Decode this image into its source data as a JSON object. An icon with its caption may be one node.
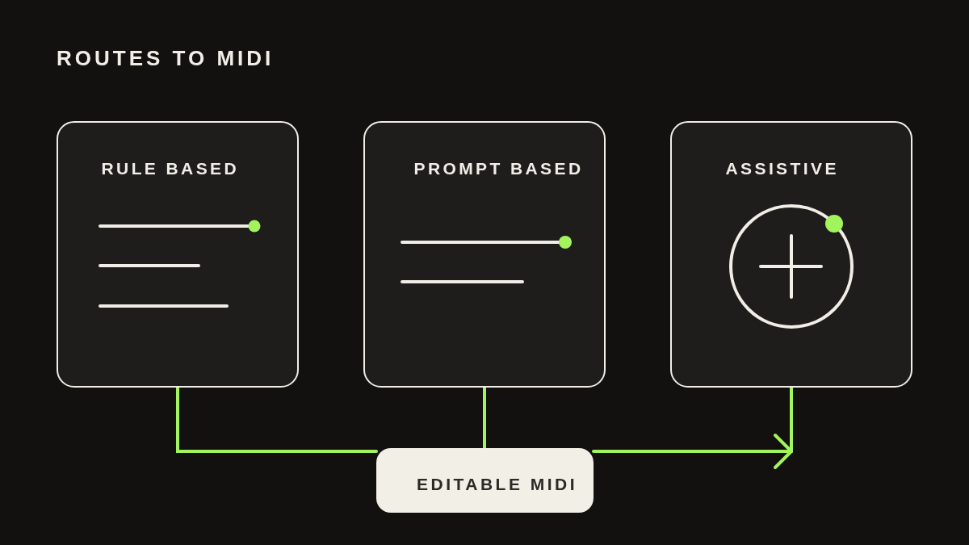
{
  "diagram": {
    "title": "ROUTES TO MIDI",
    "nodes": [
      {
        "text": [
          "RULE BASED"
        ]
      },
      {
        "text": [
          "PROMPT BASED"
        ]
      },
      {
        "text": [
          "ASSISTIVE"
        ]
      },
      {
        "text": [
          "EDITABLE MIDI"
        ]
      }
    ],
    "edges": [
      {
        "from": 0,
        "to": 3,
        "arrow": "none"
      },
      {
        "from": 1,
        "to": 3,
        "arrow": "none"
      },
      {
        "from": 3,
        "to": null,
        "arrow": "to"
      },
      {
        "from": 2,
        "to": null,
        "arrow": "none"
      }
    ]
  }
}
